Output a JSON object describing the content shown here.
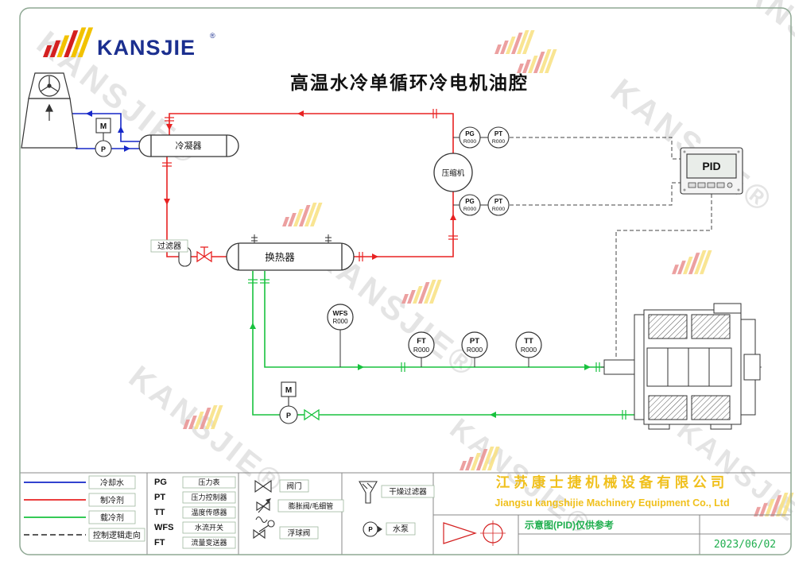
{
  "colors": {
    "cooling_water": "#1527c8",
    "refrigerant": "#e82222",
    "coolant": "#18c23e",
    "control": "#444444",
    "outline": "#333333",
    "brand_blue": "#1b2f8f",
    "brand_red": "#d42020",
    "brand_yellow": "#f2c200",
    "company_yellow": "#f0c01c",
    "note_green": "#1fae4e",
    "frame": "#8fa894",
    "watermark_gray": "#c9c9c9"
  },
  "logo": {
    "text": "KANSJIE",
    "registered": "®"
  },
  "watermark": {
    "text": "KANSJIE®"
  },
  "title": "高温水冷单循环冷电机油腔",
  "equipment": {
    "condenser": "冷凝器",
    "compressor": "压缩机",
    "filter": "过滤器",
    "heat_exchanger": "换热器",
    "pid": "PID",
    "motor": "M",
    "pump": "P"
  },
  "instruments": {
    "discharge_pg": {
      "abbr": "PG",
      "tag": "R000"
    },
    "discharge_pt": {
      "abbr": "PT",
      "tag": "R000"
    },
    "suction_pg": {
      "abbr": "PG",
      "tag": "R000"
    },
    "suction_pt": {
      "abbr": "PT",
      "tag": "R000"
    },
    "wfs": {
      "abbr": "WFS",
      "tag": "R000"
    },
    "ft": {
      "abbr": "FT",
      "tag": "R000"
    },
    "pt": {
      "abbr": "PT",
      "tag": "R000"
    },
    "tt": {
      "abbr": "TT",
      "tag": "R000"
    }
  },
  "legend": {
    "lines": [
      {
        "label": "冷却水",
        "color": "#1527c8",
        "style": "solid"
      },
      {
        "label": "制冷剂",
        "color": "#e82222",
        "style": "solid"
      },
      {
        "label": "载冷剂",
        "color": "#18c23e",
        "style": "solid"
      },
      {
        "label": "控制逻辑走向",
        "color": "#444444",
        "style": "dashed"
      }
    ],
    "abbreviations": [
      {
        "abbr": "PG",
        "desc": "压力表"
      },
      {
        "abbr": "PT",
        "desc": "压力控制器"
      },
      {
        "abbr": "TT",
        "desc": "温度传感器"
      },
      {
        "abbr": "WFS",
        "desc": "水流开关"
      },
      {
        "abbr": "FT",
        "desc": "流量变送器"
      }
    ],
    "symbols": [
      {
        "label": "阀门"
      },
      {
        "label": "膨胀阀/毛细管"
      },
      {
        "label": "浮球阀"
      },
      {
        "label": "干燥过滤器"
      },
      {
        "label": "水泵"
      }
    ]
  },
  "title_block": {
    "company_cn": "江苏康士捷机械设备有限公司",
    "company_en": "Jiangsu kangshijie Machinery Equipment Co., Ltd",
    "note": "示意图(PID)仅供参考",
    "date": "2023/06/02"
  }
}
